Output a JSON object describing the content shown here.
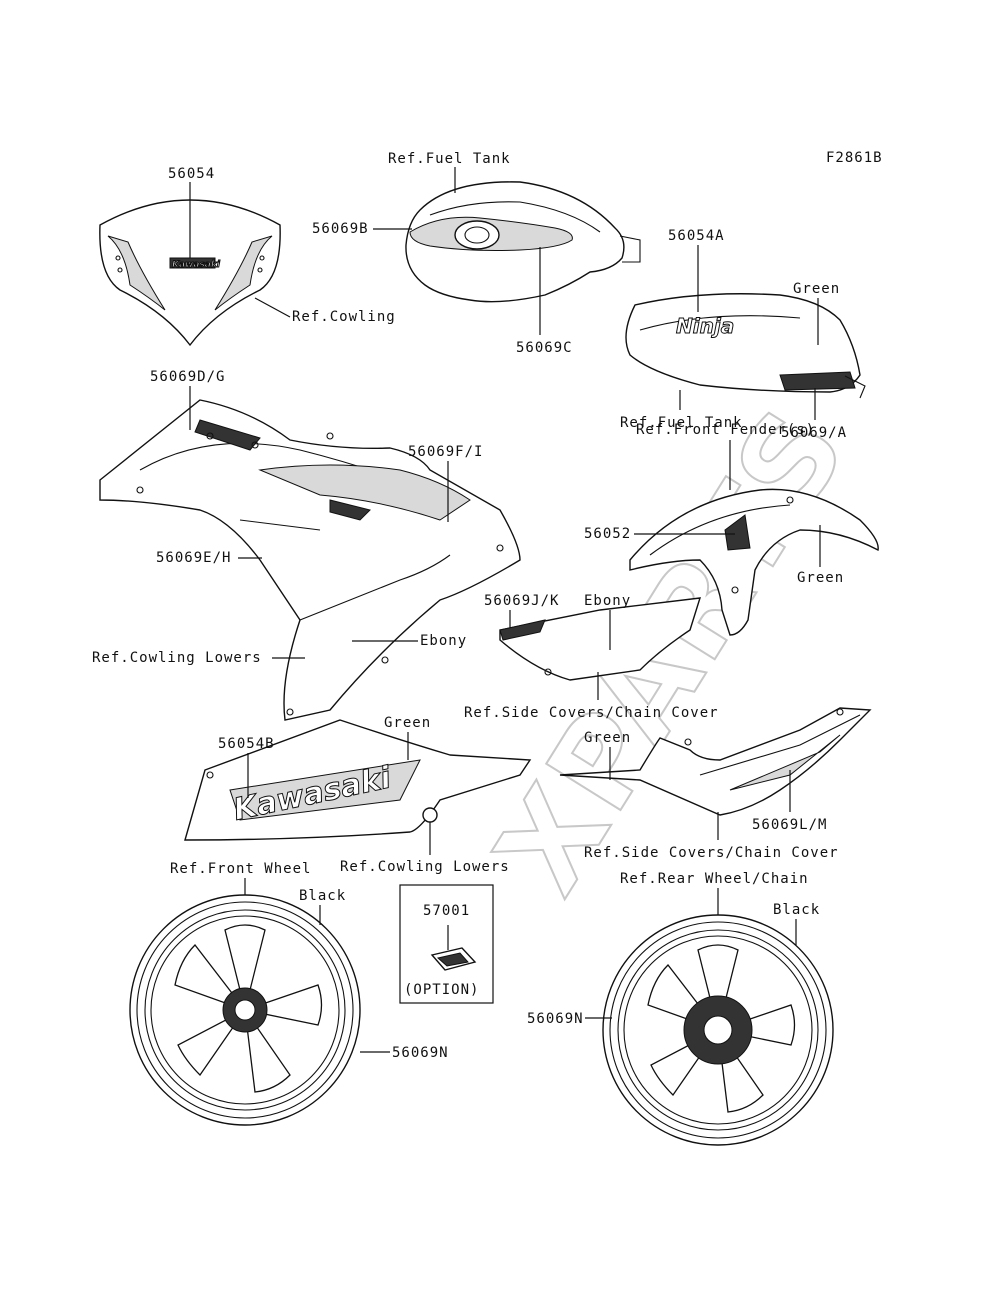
{
  "diagram_code": "F2861B",
  "watermark": "XPARTS",
  "logos": {
    "kawasaki": "Kawasaki",
    "ninja": "Ninja"
  },
  "labels": {
    "p56054": "56054",
    "ref_cowling": "Ref.Cowling",
    "ref_fuel_tank_top": "Ref.Fuel Tank",
    "p56069b": "56069B",
    "p56069c": "56069C",
    "p56054a": "56054A",
    "green_tank": "Green",
    "ref_fuel_tank_right": "Ref.Fuel Tank",
    "p56069a": "56069/A",
    "p56069dg": "56069D/G",
    "p56069fi": "56069F/I",
    "p56069eh": "56069E/H",
    "ref_cowling_lowers_left": "Ref.Cowling Lowers",
    "ebony_cowling": "Ebony",
    "ref_front_fender": "Ref.Front Fender(s)",
    "p56052": "56052",
    "green_fender": "Green",
    "p56069jk": "56069J/K",
    "ebony_side": "Ebony",
    "ref_side_covers_1": "Ref.Side Covers/Chain Cover",
    "green_lower": "Green",
    "p56054b": "56054B",
    "green_rear": "Green",
    "p56069lm": "56069L/M",
    "ref_cowling_lowers_mid": "Ref.Cowling Lowers",
    "ref_side_covers_2": "Ref.Side Covers/Chain Cover",
    "ref_front_wheel": "Ref.Front Wheel",
    "black_front": "Black",
    "p57001": "57001",
    "option": "(OPTION)",
    "ref_rear_wheel": "Ref.Rear Wheel/Chain",
    "black_rear": "Black",
    "p56069n_front": "56069N",
    "p56069n_rear": "56069N"
  }
}
